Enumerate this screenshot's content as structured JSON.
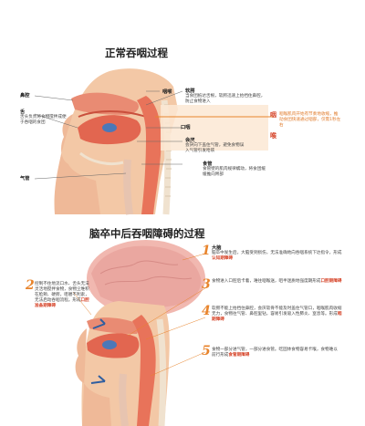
{
  "top": {
    "title": "正常吞咽过程",
    "labels": {
      "bixiang": "鼻腔",
      "yanhou": "咽喉",
      "ruane": "软腭",
      "ruane_desc": "当食团抵达舌根，软腭迅速上抬挡住鼻腔，防止食物进入",
      "tongue": "舌",
      "tongue_desc": "舌头负责将食物搅拌成便于吞咽的食团",
      "kouqiang": "口咽",
      "huiyan": "会厌",
      "huiyan_desc": "会厌向下盖住气管，避免食物误入气管引发呛咳",
      "shiguan": "食管",
      "shiguan_desc": "食管壁的肌肉规律蠕动，将食团缓缓推向胃部",
      "qiguan": "气管"
    },
    "side": {
      "yan": "咽",
      "hou": "喉",
      "text1": "咽喉肌肉开始有节奏地收缩，推动食团快速通过咽部，仅需1秒左右"
    }
  },
  "bottom": {
    "title": "脑卒中后吞咽障碍的过程",
    "steps": [
      {
        "num": "1",
        "head": "大脑",
        "text": "脑卒中发生后，大脑受到损伤，无法准确地向吞咽系统下达指令，形成",
        "hl": "认知期障碍"
      },
      {
        "num": "2",
        "text": "控制不住地流口水、舌头无法灵活地搅拌食物，食物尘堆积在脸颊、硬腭，咀嚼不利索，无法启动吞咽流程。形成",
        "hl": "口腔准备期障碍"
      },
      {
        "num": "3",
        "text": "食物进入口腔后卡着，难往咽喉送，咀半迷质地强度期形成",
        "hl": "口腔期障碍"
      },
      {
        "num": "4",
        "text": "软腭不能上抬挡住鼻腔，会厌软骨不能及时盖住气管口，咽喉肌肉收缩无力，食物往气管、鼻腔里钻，容易引发吸入性肺炎、窒息等。形成",
        "hl": "咽期障碍"
      },
      {
        "num": "5",
        "text": "食物一部分进气管，一部分进食管。吃固体食物容易卡喉，食物难以前行形成",
        "hl": "食管期障碍"
      }
    ]
  },
  "colors": {
    "skin": "#f3c8a6",
    "muscle": "#e8735a",
    "accent": "#e8842c",
    "highlight": "#d6452a"
  }
}
